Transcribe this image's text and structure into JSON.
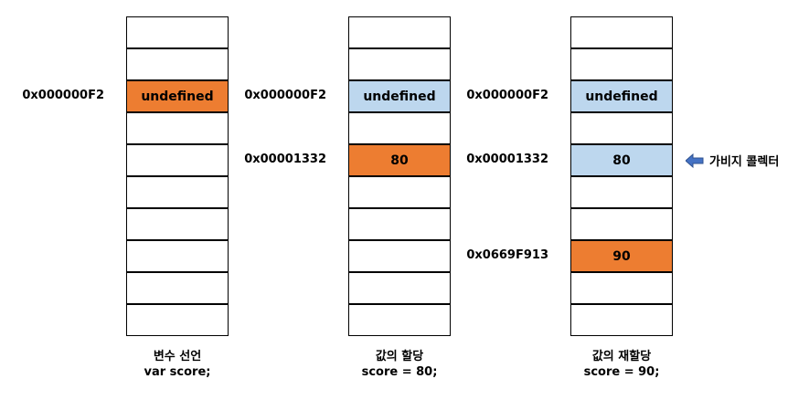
{
  "colors": {
    "highlight": "#ED7D31",
    "previous": "#BDD7EE",
    "border": "#000000",
    "arrow": "#4472C4"
  },
  "columns": [
    {
      "caption_line1": "변수 선언",
      "caption_line2": "var score;",
      "cells": [
        {
          "row": 0,
          "value": "",
          "state": "empty"
        },
        {
          "row": 1,
          "value": "",
          "state": "empty"
        },
        {
          "row": 2,
          "value": "undefined",
          "state": "highlight"
        },
        {
          "row": 3,
          "value": "",
          "state": "empty"
        },
        {
          "row": 4,
          "value": "",
          "state": "empty"
        },
        {
          "row": 5,
          "value": "",
          "state": "empty"
        },
        {
          "row": 6,
          "value": "",
          "state": "empty"
        },
        {
          "row": 7,
          "value": "",
          "state": "empty"
        },
        {
          "row": 8,
          "value": "",
          "state": "empty"
        },
        {
          "row": 9,
          "value": "",
          "state": "empty"
        }
      ],
      "addresses": [
        {
          "row": 2,
          "label": "0x000000F2"
        }
      ]
    },
    {
      "caption_line1": "값의 할당",
      "caption_line2": "score = 80;",
      "cells": [
        {
          "row": 0,
          "value": "",
          "state": "empty"
        },
        {
          "row": 1,
          "value": "",
          "state": "empty"
        },
        {
          "row": 2,
          "value": "undefined",
          "state": "previous"
        },
        {
          "row": 3,
          "value": "",
          "state": "empty"
        },
        {
          "row": 4,
          "value": "80",
          "state": "highlight"
        },
        {
          "row": 5,
          "value": "",
          "state": "empty"
        },
        {
          "row": 6,
          "value": "",
          "state": "empty"
        },
        {
          "row": 7,
          "value": "",
          "state": "empty"
        },
        {
          "row": 8,
          "value": "",
          "state": "empty"
        },
        {
          "row": 9,
          "value": "",
          "state": "empty"
        }
      ],
      "addresses": [
        {
          "row": 2,
          "label": "0x000000F2"
        },
        {
          "row": 4,
          "label": "0x00001332"
        }
      ]
    },
    {
      "caption_line1": "값의 재할당",
      "caption_line2": "score = 90;",
      "cells": [
        {
          "row": 0,
          "value": "",
          "state": "empty"
        },
        {
          "row": 1,
          "value": "",
          "state": "empty"
        },
        {
          "row": 2,
          "value": "undefined",
          "state": "previous"
        },
        {
          "row": 3,
          "value": "",
          "state": "empty"
        },
        {
          "row": 4,
          "value": "80",
          "state": "previous"
        },
        {
          "row": 5,
          "value": "",
          "state": "empty"
        },
        {
          "row": 6,
          "value": "",
          "state": "empty"
        },
        {
          "row": 7,
          "value": "90",
          "state": "highlight"
        },
        {
          "row": 8,
          "value": "",
          "state": "empty"
        },
        {
          "row": 9,
          "value": "",
          "state": "empty"
        }
      ],
      "addresses": [
        {
          "row": 2,
          "label": "0x000000F2"
        },
        {
          "row": 4,
          "label": "0x00001332"
        },
        {
          "row": 7,
          "label": "0x0669F913"
        }
      ]
    }
  ],
  "garbage_collector": {
    "label": "가비지 콜렉터",
    "icon": "arrow-left-icon"
  }
}
